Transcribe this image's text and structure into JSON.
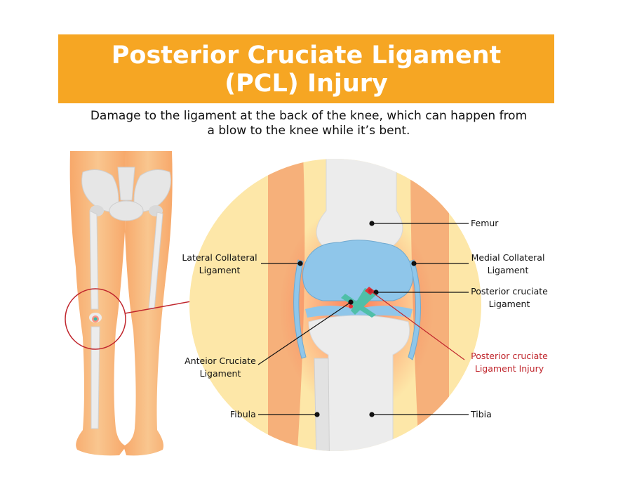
{
  "title": {
    "line1": "Posterior Cruciate Ligament",
    "line2": "(PCL) Injury"
  },
  "subtitle": {
    "line1": "Damage to the ligament at the back of the knee, which can happen from",
    "line2": "a blow to the knee while it’s bent."
  },
  "labels": {
    "femur": "Femur",
    "lateral_collateral": {
      "line1": "Lateral Collateral",
      "line2": "Ligament"
    },
    "medial_collateral": {
      "line1": "Medial Collateral",
      "line2": "Ligament"
    },
    "posterior_cruciate": {
      "line1": "Posterior cruciate",
      "line2": "Ligament"
    },
    "anterior_cruciate": {
      "line1": "Anteior Cruciate",
      "line2": "Ligament"
    },
    "pcl_injury": {
      "line1": "Posterior cruciate",
      "line2": "Ligament Injury"
    },
    "fibula": "Fibula",
    "tibia": "Tibia"
  },
  "colors": {
    "banner": "#f6a623",
    "injury": "#c0262d",
    "skin": "#f9c68f",
    "bone": "#e9e9e9",
    "cartilage": "#8fc6ea",
    "ligament": "#4fbfa8"
  }
}
